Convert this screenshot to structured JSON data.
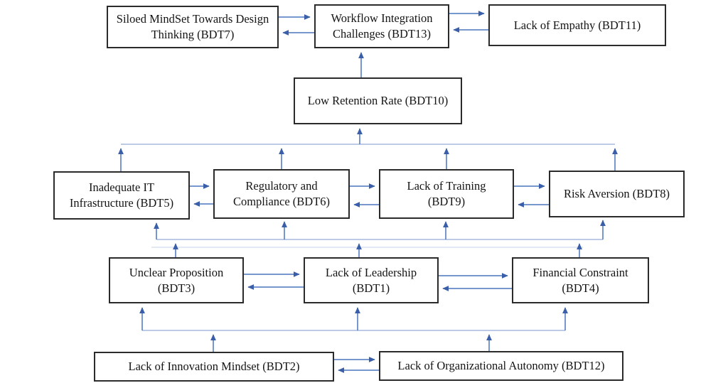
{
  "diagram": {
    "kind": "ISM-digraph",
    "background": "#ffffff",
    "colors": {
      "arrow": "#4876BE",
      "arrowhead": "#3A5FA8",
      "bus_line": "#94ABD6",
      "box_border": "#2b2b2b",
      "text": "#141414"
    },
    "nodes": [
      {
        "id": "BDT7",
        "label": "Siloed MindSet Towards Design Thinking (BDT7)"
      },
      {
        "id": "BDT13",
        "label": "Workflow Integration Challenges (BDT13)"
      },
      {
        "id": "BDT11",
        "label": "Lack of Empathy (BDT11)"
      },
      {
        "id": "BDT10",
        "label": "Low Retention Rate (BDT10)"
      },
      {
        "id": "BDT5",
        "label": "Inadequate IT Infrastructure (BDT5)"
      },
      {
        "id": "BDT6",
        "label": "Regulatory and Compliance (BDT6)"
      },
      {
        "id": "BDT9",
        "label": "Lack of Training (BDT9)"
      },
      {
        "id": "BDT8",
        "label": "Risk Aversion (BDT8)"
      },
      {
        "id": "BDT3",
        "label": "Unclear Proposition (BDT3)"
      },
      {
        "id": "BDT1",
        "label": "Lack of Leadership (BDT1)"
      },
      {
        "id": "BDT4",
        "label": "Financial Constraint (BDT4)"
      },
      {
        "id": "BDT2",
        "label": "Lack of Innovation Mindset (BDT2)"
      },
      {
        "id": "BDT12",
        "label": "Lack of Organizational Autonomy (BDT12)"
      }
    ],
    "edges": [
      {
        "from": "BDT7",
        "to": "BDT13",
        "bidirectional": true
      },
      {
        "from": "BDT13",
        "to": "BDT11",
        "bidirectional": true
      },
      {
        "from": "BDT10",
        "to": "BDT13",
        "bidirectional": false
      },
      {
        "from": "BDT5",
        "to": "BDT10",
        "bidirectional": false,
        "via": "bus"
      },
      {
        "from": "BDT6",
        "to": "BDT10",
        "bidirectional": false,
        "via": "bus"
      },
      {
        "from": "BDT9",
        "to": "BDT10",
        "bidirectional": false,
        "via": "bus"
      },
      {
        "from": "BDT8",
        "to": "BDT10",
        "bidirectional": false,
        "via": "bus"
      },
      {
        "from": "BDT5",
        "to": "BDT6",
        "bidirectional": true
      },
      {
        "from": "BDT6",
        "to": "BDT9",
        "bidirectional": true
      },
      {
        "from": "BDT9",
        "to": "BDT8",
        "bidirectional": true
      },
      {
        "from": "BDT3",
        "to": [
          "BDT5",
          "BDT6",
          "BDT9",
          "BDT8"
        ],
        "bidirectional": false,
        "via": "bus"
      },
      {
        "from": "BDT1",
        "to": [
          "BDT5",
          "BDT6",
          "BDT9",
          "BDT8"
        ],
        "bidirectional": false,
        "via": "bus"
      },
      {
        "from": "BDT4",
        "to": [
          "BDT5",
          "BDT6",
          "BDT9",
          "BDT8"
        ],
        "bidirectional": false,
        "via": "bus"
      },
      {
        "from": "BDT3",
        "to": "BDT1",
        "bidirectional": true
      },
      {
        "from": "BDT1",
        "to": "BDT4",
        "bidirectional": true
      },
      {
        "from": "BDT2",
        "to": [
          "BDT3",
          "BDT1",
          "BDT4"
        ],
        "bidirectional": false,
        "via": "bus"
      },
      {
        "from": "BDT12",
        "to": [
          "BDT3",
          "BDT1",
          "BDT4"
        ],
        "bidirectional": false,
        "via": "bus"
      },
      {
        "from": "BDT2",
        "to": "BDT12",
        "bidirectional": true
      }
    ]
  }
}
